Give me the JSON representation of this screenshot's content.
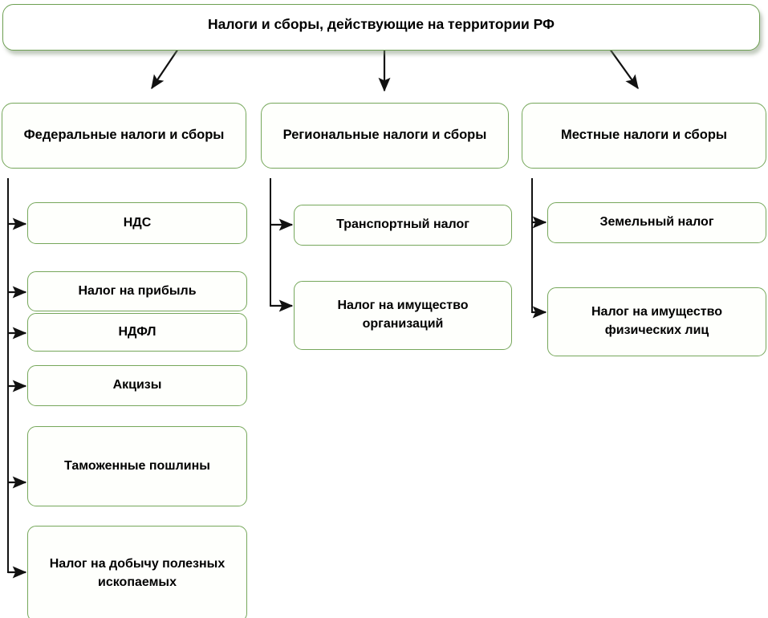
{
  "diagram": {
    "title": "Налоги и сборы, действующие на территории РФ",
    "accent_color": "#76a75b",
    "text_color": "#000000",
    "connector_color": "#111111",
    "background_color": "#ffffff",
    "categories": [
      {
        "id": "federal",
        "label": "Федеральные налоги и сборы",
        "items": [
          {
            "label": "НДС"
          },
          {
            "label": "Налог на прибыль"
          },
          {
            "label": "НДФЛ"
          },
          {
            "label": "Акцизы"
          },
          {
            "label": "Таможенные пошлины"
          },
          {
            "label": "Налог на добычу полезных ископаемых"
          }
        ]
      },
      {
        "id": "regional",
        "label": "Региональные налоги и сборы",
        "items": [
          {
            "label": "Транспортный налог"
          },
          {
            "label": "Налог на имущество организаций"
          }
        ]
      },
      {
        "id": "local",
        "label": "Местные налоги и сборы",
        "items": [
          {
            "label": "Земельный налог"
          },
          {
            "label": "Налог на имущество физических лиц"
          }
        ]
      }
    ]
  }
}
